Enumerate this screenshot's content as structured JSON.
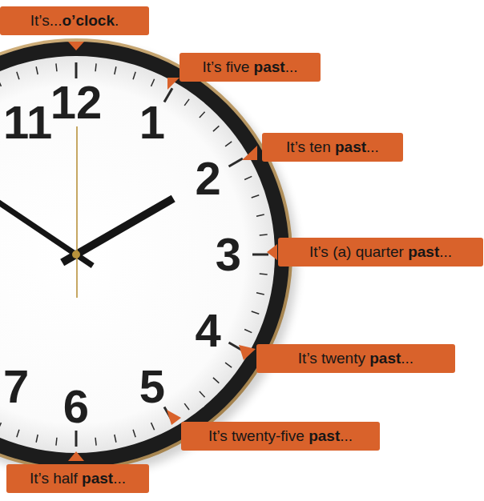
{
  "diagram": {
    "nodes": [
      {
        "text": [
          "It’s...o’clock."
        ]
      },
      {
        "text": [
          "It’s five past..."
        ]
      },
      {
        "text": [
          "It’s ten past..."
        ]
      },
      {
        "text": [
          "It’s (a) quarter past..."
        ]
      },
      {
        "text": [
          "It’s twenty past..."
        ]
      },
      {
        "text": [
          "It’s twenty-five past..."
        ]
      },
      {
        "text": [
          "It’s half past..."
        ]
      }
    ],
    "labels": [
      "11",
      "12",
      "1",
      "2",
      "3",
      "4",
      "5",
      "6",
      "7"
    ]
  }
}
